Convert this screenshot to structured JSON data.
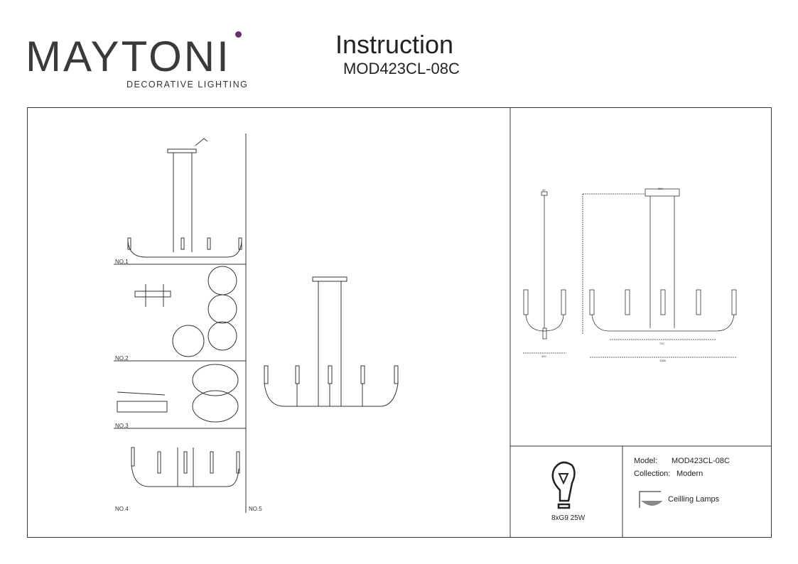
{
  "header": {
    "brand": "MAYTONI",
    "tagline": "DECORATIVE LIGHTING",
    "title": "Instruction",
    "model": "MOD423CL-08C"
  },
  "steps": [
    "NO.1",
    "NO.2",
    "NO.3",
    "NO.4",
    "NO.5"
  ],
  "dimensions": [
    "250",
    "60",
    "1066",
    "720",
    "310"
  ],
  "spec": {
    "bulb": "8xG9 25W",
    "model_label": "Model:",
    "model_value": "MOD423CL-08C",
    "collection_label": "Collection:",
    "collection_value": "Modern",
    "type": "Ceilling Lamps"
  },
  "colors": {
    "brand_dot": "#6b2c6b",
    "line": "#333333"
  }
}
